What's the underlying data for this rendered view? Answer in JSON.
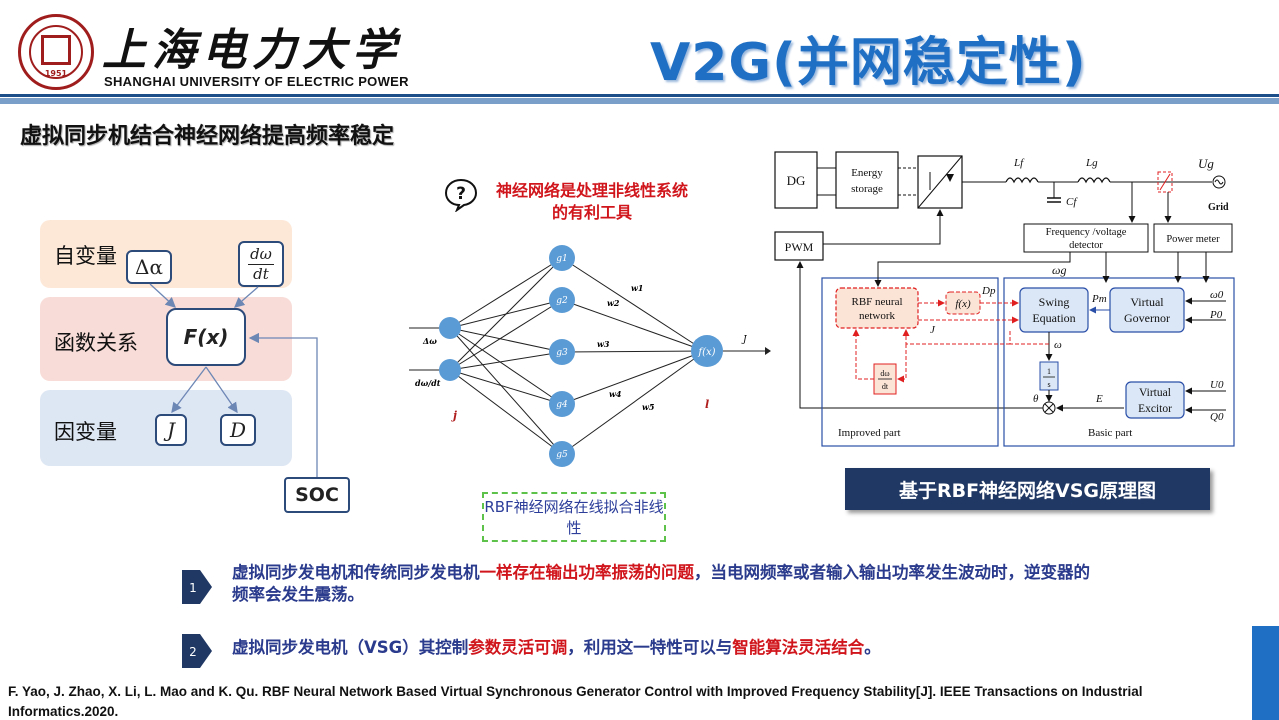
{
  "header": {
    "university_cn": "上海电力大学",
    "university_en": "SHANGHAI UNIVERSITY OF ELECTRIC POWER",
    "seal_year": "1951",
    "title": "V2G(并网稳定性)",
    "colors": {
      "title": "#1f6fc4",
      "bar": "#1c4f8a",
      "highlight": "#d0161c"
    }
  },
  "section_title": "虚拟同步机结合神经网络提高频率稳定",
  "concept": {
    "independent_label": "自变量",
    "function_label": "函数关系",
    "dependent_label": "因变量",
    "delta_alpha": "Δα",
    "domega_num": "dω",
    "domega_den": "dt",
    "fx": "F(x)",
    "j": "J",
    "d": "D",
    "soc": "SOC"
  },
  "nn": {
    "tagline": "神经网络是处理非线性系统的有利工具",
    "inputs": [
      "Δω",
      "dω/dt"
    ],
    "hidden": [
      "g1",
      "g2",
      "g3",
      "g4",
      "g5"
    ],
    "weights": [
      "w1",
      "w2",
      "w3",
      "w4",
      "w5"
    ],
    "output": "f(x)",
    "output_label": "J",
    "layer_labels": [
      "j",
      "l"
    ],
    "caption": "RBF神经网络在线拟合非线性"
  },
  "vsg": {
    "dg": "DG",
    "energy_storage_1": "Energy",
    "energy_storage_2": "storage",
    "lf": "Lf",
    "lg": "Lg",
    "cf": "Cf",
    "ug": "Ug",
    "grid": "Grid",
    "pwm": "PWM",
    "freq_volt_1": "Frequency /voltage",
    "freq_volt_2": "detector",
    "power_meter": "Power meter",
    "omega_g": "ωg",
    "rbf_1": "RBF neural",
    "rbf_2": "network",
    "fx": "f(x)",
    "dp": "Dp",
    "j": "J",
    "swing_1": "Swing",
    "swing_2": "Equation",
    "pm": "Pm",
    "vgov_1": "Virtual",
    "vgov_2": "Governor",
    "omega0": "ω0",
    "p0": "P0",
    "omega": "ω",
    "inv_s_1": "1",
    "inv_s_2": "s",
    "dw_1": "dω",
    "dw_2": "dt",
    "theta": "θ",
    "e": "E",
    "vexc_1": "Virtual",
    "vexc_2": "Excitor",
    "u0": "U0",
    "q0": "Q0",
    "improved": "Improved part",
    "basic": "Basic part",
    "caption": "基于RBF神经网络VSG原理图"
  },
  "bullets": [
    {
      "num": "1",
      "parts": [
        "虚拟同步发电机和传统同步发电机",
        "一样存在输出功率振荡的问题",
        "，当电网频率或者输入输出功率发生波动时，逆变器的频率会发生震荡。"
      ]
    },
    {
      "num": "2",
      "parts": [
        "虚拟同步发电机（VSG）其控制",
        "参数灵活可调",
        "，利用这一特性可以与",
        "智能算法灵活结合",
        "。"
      ]
    }
  ],
  "reference": "F. Yao, J. Zhao, X. Li, L. Mao and K. Qu. RBF Neural Network Based Virtual Synchronous Generator Control with Improved Frequency Stability[J]. IEEE Transactions on Industrial Informatics.2020."
}
